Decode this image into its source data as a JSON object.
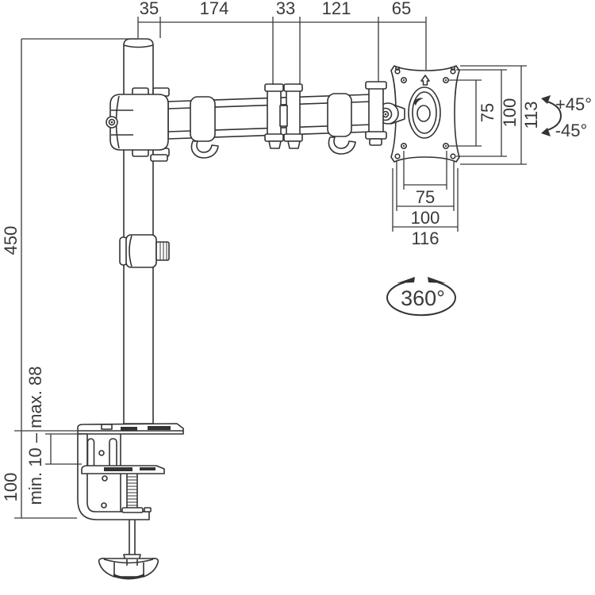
{
  "colors": {
    "background": "#ffffff",
    "line": "#333333",
    "text": "#3a3a3a"
  },
  "diagram_title": "single-monitor-desk-mount-dimension-drawing",
  "dimensions": {
    "top": {
      "pole_width": "35",
      "front_arm_length": "174",
      "mid_joint_width": "33",
      "rear_arm_length": "121",
      "head_width": "65"
    },
    "left": {
      "pole_height": "450",
      "clamp_range": "min. 10 – max. 88",
      "clamp_height": "100"
    },
    "vesa_vertical": {
      "hole_pitch_inner": "75",
      "hole_pitch_outer": "100",
      "plate_height": "113"
    },
    "vesa_horizontal": {
      "hole_pitch_inner": "75",
      "hole_pitch_outer": "100",
      "plate_width": "116"
    },
    "rotation": {
      "swivel": "360°",
      "tilt_up": "+45°",
      "tilt_down": "-45°"
    }
  },
  "icons": {
    "vesa_orientation_arrow": "up-arrow",
    "swivel_arrows": "curved-double-arrow",
    "tilt_arrows": "curved-double-arrow"
  }
}
